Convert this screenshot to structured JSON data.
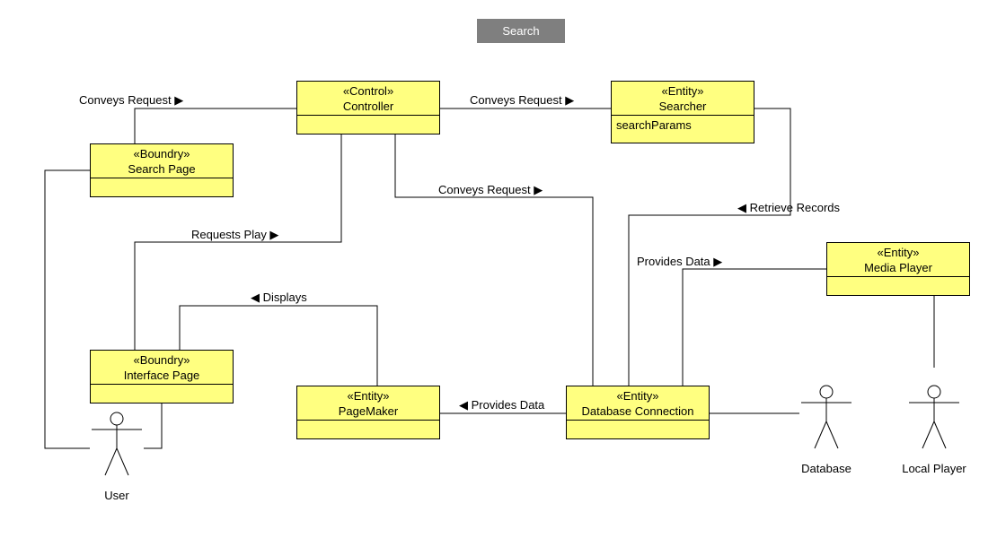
{
  "diagram_title": "Search",
  "classes": {
    "controller": {
      "stereotype": "«Control»",
      "name": "Controller",
      "attributes": []
    },
    "searcher": {
      "stereotype": "«Entity»",
      "name": "Searcher",
      "attributes": [
        "searchParams"
      ]
    },
    "search_page": {
      "stereotype": "«Boundry»",
      "name": "Search Page",
      "attributes": []
    },
    "media_player": {
      "stereotype": "«Entity»",
      "name": "Media Player",
      "attributes": []
    },
    "interface_page": {
      "stereotype": "«Boundry»",
      "name": "Interface Page",
      "attributes": []
    },
    "pagemaker": {
      "stereotype": "«Entity»",
      "name": "PageMaker",
      "attributes": []
    },
    "db_connection": {
      "stereotype": "«Entity»",
      "name": "Database Connection",
      "attributes": []
    }
  },
  "actors": {
    "user": "User",
    "database": "Database",
    "local_player": "Local Player"
  },
  "associations": {
    "search_controller": "Conveys Request ▶",
    "controller_searcher": "Conveys Request ▶",
    "controller_db": "Conveys Request ▶",
    "searcher_db": "◀ Retrieve Records",
    "controller_interface": "Requests Play ▶",
    "db_media": "Provides Data ▶",
    "pagemaker_interface": "◀ Displays",
    "db_pagemaker": "◀ Provides Data"
  },
  "colors": {
    "class_fill": "#ffff80",
    "title_fill": "#7f7f7f",
    "line": "#000000"
  }
}
